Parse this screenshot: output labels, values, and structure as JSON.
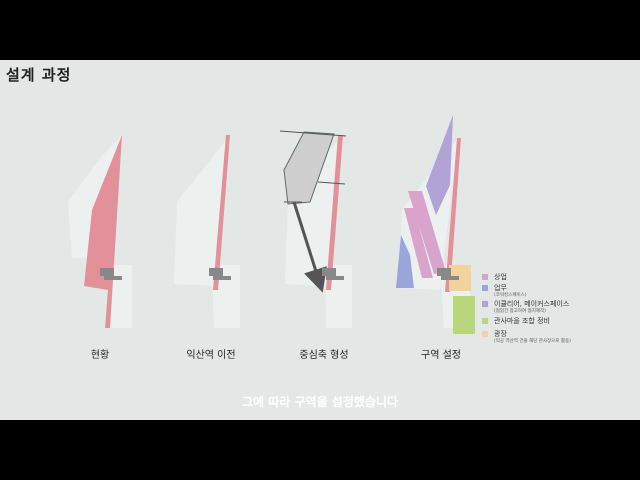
{
  "title": "설계 과정",
  "stages": [
    "현황",
    "익산역 이전",
    "중심축 형성",
    "구역 설정"
  ],
  "legend": [
    {
      "label": "상업",
      "note": "",
      "color": "#d9a3cc"
    },
    {
      "label": "업무",
      "note": "(코워킹스페이스)",
      "color": "#9aa6d9"
    },
    {
      "label": "이큘리어, 메이커스페이스",
      "note": "(협업건 참고하여 협치제작)",
      "color": "#b1a3d6"
    },
    {
      "label": "관사마을 조합 정비",
      "note": "",
      "color": "#b8d67a"
    },
    {
      "label": "광장",
      "note": "(익공 역산역 건물 해당 관사장으로 활용)",
      "color": "#f2d39c"
    }
  ],
  "subtitle": "그에 따라 구역을 설정했습니다"
}
